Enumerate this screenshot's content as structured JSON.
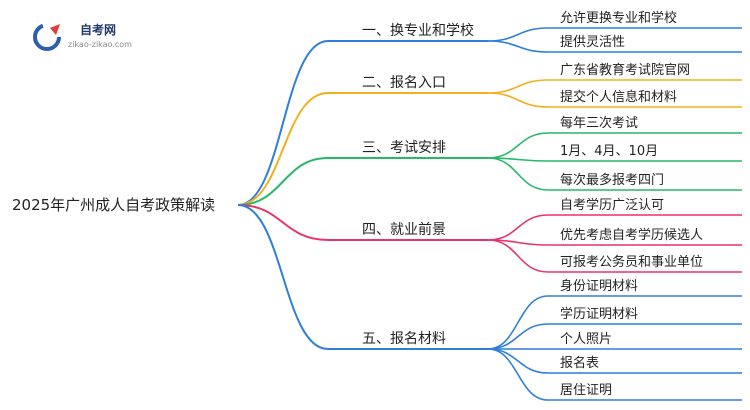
{
  "logo": {
    "title": "自考网",
    "subtitle": "zikao-zikao.com"
  },
  "root": "2025年广州成人自考政策解读",
  "colors": {
    "blue": "#2f7fd8",
    "orange": "#f2b01e",
    "green": "#27b86a",
    "red": "#e8336b",
    "logo_blue": "#2d5fae",
    "logo_red": "#e23b3b"
  },
  "branches": [
    {
      "label": "一、换专业和学校",
      "color": "blue",
      "leaves": [
        "允许更换专业和学校",
        "提供灵活性"
      ]
    },
    {
      "label": "二、报名入口",
      "color": "orange",
      "leaves": [
        "广东省教育考试院官网",
        "提交个人信息和材料"
      ]
    },
    {
      "label": "三、考试安排",
      "color": "green",
      "leaves": [
        "每年三次考试",
        "1月、4月、10月",
        "每次最多报考四门"
      ]
    },
    {
      "label": "四、就业前景",
      "color": "red",
      "leaves": [
        "自考学历广泛认可",
        "优先考虑自考学历候选人",
        "可报考公务员和事业单位"
      ]
    },
    {
      "label": "五、报名材料",
      "color": "blue",
      "leaves": [
        "身份证明材料",
        "学历证明材料",
        "个人照片",
        "报名表",
        "居住证明"
      ]
    }
  ]
}
